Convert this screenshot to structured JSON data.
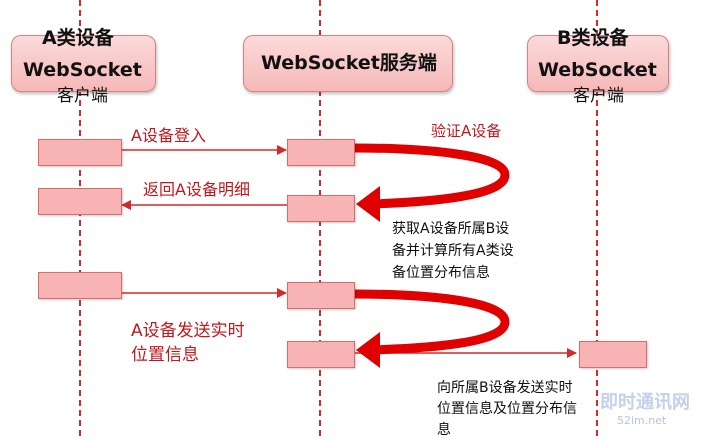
{
  "participants": {
    "a": {
      "device": "A类设备",
      "name": "WebSocket",
      "role": "客户端"
    },
    "server": {
      "name": "WebSocket服务端"
    },
    "b": {
      "device": "B类设备",
      "name": "WebSocket",
      "role": "客户端"
    }
  },
  "messages": {
    "login": "A设备登入",
    "verify": "验证A设备",
    "return_detail": "返回A设备明细",
    "fetch_note": [
      "获取A设备所属B设",
      "备并计算所有A类设",
      "备位置分布信息"
    ],
    "realtime": [
      "A设备发送实时",
      "位置信息"
    ],
    "send_to_b": [
      "向所属B设备发送实时",
      "位置信息及位置分布信",
      "息"
    ]
  },
  "watermark": {
    "text": "即时通讯网",
    "sub": "52im.net"
  },
  "colors": {
    "lifeline": "#d22b2b",
    "arrow": "#d42a2a",
    "curve": "#e00000",
    "box_fill": "#f8b4b4",
    "text_red": "#c1181d"
  }
}
